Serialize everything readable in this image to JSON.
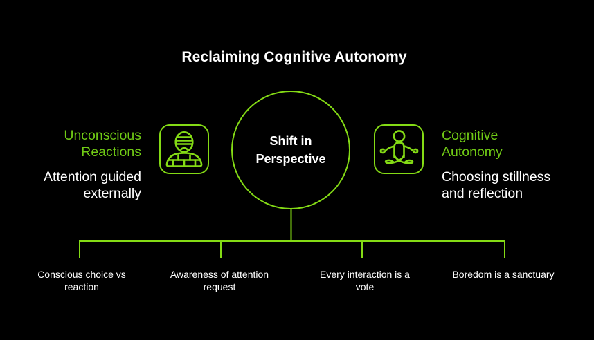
{
  "title": "Reclaiming Cognitive Autonomy",
  "center_node": {
    "label": "Shift in Perspective"
  },
  "left_node": {
    "heading": "Unconscious Reactions",
    "description": "Attention guided externally",
    "icon": "bandaged-unconscious-person"
  },
  "right_node": {
    "heading": "Cognitive Autonomy",
    "description": "Choosing stillness and reflection",
    "icon": "meditating-person"
  },
  "branches": [
    "Conscious choice vs reaction",
    "Awareness of attention request",
    "Every interaction is a vote",
    "Boredom is a sanctuary"
  ],
  "colors": {
    "background": "#000000",
    "accent_line_green": "#84db15",
    "heading_green": "#70cb15",
    "text_white": "#ffffff"
  }
}
